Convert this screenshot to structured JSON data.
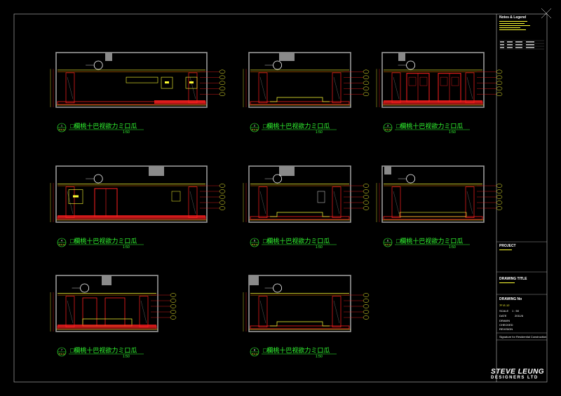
{
  "title_block": {
    "notes_heading": "Notes & Legend",
    "project_label": "PROJECT",
    "drawing_title_label": "DRAWING TITLE",
    "drawing_no_label": "DRAWING No",
    "drawing_no_value": "7F-E-12",
    "scale_label": "SCALE",
    "scale_value": "1 : 50",
    "date_label": "DATE",
    "date_value": "2011/6",
    "drawn_label": "DRAWN",
    "checked_label": "CHECKED",
    "revision_label": "REVISION",
    "construction_note": "Signature for Residential Construction"
  },
  "brand": {
    "name": "STEVE LEUNG",
    "subtitle": "DESIGNERS LTD"
  },
  "elevations": [
    {
      "number": "1",
      "sheet": "7F-E-12",
      "title": "□欄桃十巴视欲力ミ口瓜",
      "scale": "1:50"
    },
    {
      "number": "2",
      "sheet": "7F-E-12",
      "title": "□欄桃十巴视欲力ミ口瓜",
      "scale": "1:50"
    },
    {
      "number": "3",
      "sheet": "7F-E-12",
      "title": "□欄桃十巴视欲力ミ口瓜",
      "scale": "1:50"
    },
    {
      "number": "4",
      "sheet": "7F-E-12",
      "title": "□欄桃十巴视欲力ミ口瓜",
      "scale": "1:50"
    },
    {
      "number": "5",
      "sheet": "7F-E-12",
      "title": "□欄桃十巴视欲力ミ口瓜",
      "scale": "1:50"
    },
    {
      "number": "6",
      "sheet": "7F-E-12",
      "title": "□欄桃十巴视欲力ミ口瓜",
      "scale": "1:50"
    },
    {
      "number": "7",
      "sheet": "7F-E-12",
      "title": "□欄桃十巴视欲力ミ口瓜",
      "scale": "1:50"
    },
    {
      "number": "8",
      "sheet": "7F-E-12",
      "title": "□欄桃十巴视欲力ミ口瓜",
      "scale": "1:50"
    }
  ],
  "colors": {
    "background": "#000000",
    "frame": "#bfbfbf",
    "wall": "#9a9a9a",
    "accent_red": "#ff2020",
    "accent_yellow": "#ffff33",
    "accent_green": "#33ff33",
    "accent_orange": "#ff8800"
  }
}
